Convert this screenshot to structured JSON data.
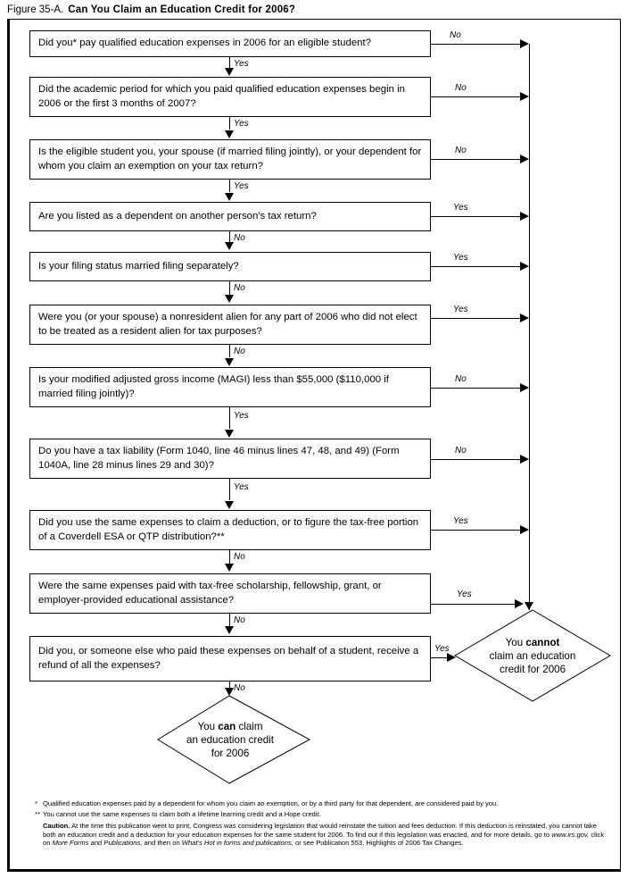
{
  "figure": {
    "number": "Figure 35-A.",
    "title": "Can You Claim an Education Credit for 2006?"
  },
  "chart_data": {
    "type": "diagram",
    "title": "Can You Claim an Education Credit for 2006?",
    "diagram_kind": "decision-flowchart",
    "nodes": [
      {
        "id": "q1",
        "kind": "question",
        "text": "Did you* pay qualified education expenses in 2006 for an eligible student?"
      },
      {
        "id": "q2",
        "kind": "question",
        "text": "Did the academic period for which you paid qualified education expenses begin in 2006 or the first 3 months of 2007?"
      },
      {
        "id": "q3",
        "kind": "question",
        "text": "Is the eligible student you, your spouse (if married filing jointly), or your dependent for whom you claim an exemption on your tax return?"
      },
      {
        "id": "q4",
        "kind": "question",
        "text": "Are you listed as a dependent on another person's tax return?"
      },
      {
        "id": "q5",
        "kind": "question",
        "text": "Is your filing status married filing separately?"
      },
      {
        "id": "q6",
        "kind": "question",
        "text": "Were you (or your spouse) a nonresident alien for any part of 2006 who did not elect to be treated as a resident alien for tax purposes?"
      },
      {
        "id": "q7",
        "kind": "question",
        "text": "Is your modified adjusted gross income (MAGI) less than $55,000 ($110,000 if married filing jointly)?"
      },
      {
        "id": "q8",
        "kind": "question",
        "text": "Do you have a tax liability (Form 1040, line 46 minus lines 47, 48, and 49) (Form 1040A, line 28 minus lines 29 and 30)?"
      },
      {
        "id": "q9",
        "kind": "question",
        "text": "Did you use the same expenses to claim a deduction, or to figure the tax-free portion of a Coverdell ESA or QTP distribution?**"
      },
      {
        "id": "q10",
        "kind": "question",
        "text": "Were the same expenses paid with tax-free scholarship, fellowship, grant, or employer-provided educational assistance?"
      },
      {
        "id": "q11",
        "kind": "question",
        "text": "Did you, or someone else who paid these expenses on behalf of a student, receive a refund of all the expenses?"
      },
      {
        "id": "cannot",
        "kind": "terminal",
        "text_pre": "You ",
        "text_bold": "cannot",
        "text_post": "",
        "line2": "claim an education",
        "line3": "credit for 2006"
      },
      {
        "id": "can",
        "kind": "terminal",
        "text_pre": "You ",
        "text_bold": "can",
        "text_post": " claim",
        "line2": "an education credit",
        "line3": "for 2006"
      }
    ],
    "edges": [
      {
        "from": "q1",
        "to": "cannot",
        "label": "No",
        "direction": "right"
      },
      {
        "from": "q1",
        "to": "q2",
        "label": "Yes",
        "direction": "down"
      },
      {
        "from": "q2",
        "to": "cannot",
        "label": "No",
        "direction": "right"
      },
      {
        "from": "q2",
        "to": "q3",
        "label": "Yes",
        "direction": "down"
      },
      {
        "from": "q3",
        "to": "cannot",
        "label": "No",
        "direction": "right"
      },
      {
        "from": "q3",
        "to": "q4",
        "label": "Yes",
        "direction": "down"
      },
      {
        "from": "q4",
        "to": "cannot",
        "label": "Yes",
        "direction": "right"
      },
      {
        "from": "q4",
        "to": "q5",
        "label": "No",
        "direction": "down"
      },
      {
        "from": "q5",
        "to": "cannot",
        "label": "Yes",
        "direction": "right"
      },
      {
        "from": "q5",
        "to": "q6",
        "label": "No",
        "direction": "down"
      },
      {
        "from": "q6",
        "to": "cannot",
        "label": "Yes",
        "direction": "right"
      },
      {
        "from": "q6",
        "to": "q7",
        "label": "No",
        "direction": "down"
      },
      {
        "from": "q7",
        "to": "cannot",
        "label": "No",
        "direction": "right"
      },
      {
        "from": "q7",
        "to": "q8",
        "label": "Yes",
        "direction": "down"
      },
      {
        "from": "q8",
        "to": "cannot",
        "label": "No",
        "direction": "right"
      },
      {
        "from": "q8",
        "to": "q9",
        "label": "Yes",
        "direction": "down"
      },
      {
        "from": "q9",
        "to": "cannot",
        "label": "Yes",
        "direction": "right"
      },
      {
        "from": "q9",
        "to": "q10",
        "label": "No",
        "direction": "down"
      },
      {
        "from": "q10",
        "to": "cannot",
        "label": "Yes",
        "direction": "right"
      },
      {
        "from": "q10",
        "to": "q11",
        "label": "No",
        "direction": "down"
      },
      {
        "from": "q11",
        "to": "cannot",
        "label": "Yes",
        "direction": "right"
      },
      {
        "from": "q11",
        "to": "can",
        "label": "No",
        "direction": "down"
      }
    ]
  },
  "boxes": {
    "q1": "Did you* pay qualified education expenses in 2006 for an eligible student?",
    "q2": "Did the academic period for which you paid qualified education expenses begin in 2006 or the first 3 months of 2007?",
    "q3": "Is the eligible student you, your spouse (if married filing jointly), or your dependent for whom you claim an exemption on your tax return?",
    "q4": "Are you listed as a dependent on another person's tax return?",
    "q5": "Is your filing status married filing separately?",
    "q6": "Were you (or your spouse) a nonresident alien for any part of 2006 who did not elect to be treated as a resident alien for tax purposes?",
    "q7": "Is your modified adjusted gross income (MAGI) less than $55,000 ($110,000 if married filing jointly)?",
    "q8": "Do you have a tax liability (Form 1040, line 46 minus lines 47, 48, and 49) (Form 1040A, line 28 minus lines 29 and 30)?",
    "q9": "Did you use the same expenses to claim a deduction, or to figure the tax-free portion of a Coverdell ESA or QTP distribution?**",
    "q10": "Were the same expenses paid with tax-free scholarship, fellowship, grant, or employer-provided educational assistance?",
    "q11": "Did you, or someone else who paid these expenses on behalf of a student, receive a refund of all the expenses?"
  },
  "branch_labels": {
    "b1_right": "No",
    "b1_down": "Yes",
    "b2_right": "No",
    "b2_down": "Yes",
    "b3_right": "No",
    "b3_down": "Yes",
    "b4_right": "Yes",
    "b4_down": "No",
    "b5_right": "Yes",
    "b5_down": "No",
    "b6_right": "Yes",
    "b6_down": "No",
    "b7_right": "No",
    "b7_down": "Yes",
    "b8_right": "No",
    "b8_down": "Yes",
    "b9_right": "Yes",
    "b9_down": "No",
    "b10_right": "Yes",
    "b10_down": "No",
    "b11_right": "Yes",
    "b11_down": "No"
  },
  "terminals": {
    "cannot": {
      "line1_pre": "You ",
      "line1_bold": "cannot",
      "line1_post": "",
      "line2": "claim an education",
      "line3": "credit for 2006"
    },
    "can": {
      "line1_pre": "You ",
      "line1_bold": "can",
      "line1_post": " claim",
      "line2": "an education credit",
      "line3": "for 2006"
    }
  },
  "footnotes": {
    "star_marker": "*",
    "star_text": "Qualified education expenses paid by a dependent for whom you claim an exemption, or by a third party for that dependent, are considered paid by you.",
    "dstar_marker": "**",
    "dstar_text": "You cannot use the same expenses to claim both a lifetime learning credit and a Hope credit.",
    "caution_label": "Caution.",
    "caution_p1": " At the time this publication went to print, Congress was considering legislation that would reinstate the tuition and fees deduction. If this deduction is reinstated, you cannot take both an education credit and a deduction for your education expenses for the same student for 2006. To find out if this legislation was enacted, and for more details, go to ",
    "caution_site": "www.irs.gov,",
    "caution_p2": " click on ",
    "caution_link1": "More Forms and Publications,",
    "caution_p3": " and then on ",
    "caution_link2": "What's Hot in forms and publications,",
    "caution_p4": " or see Publication 553, Highlights of 2006 Tax Changes."
  }
}
